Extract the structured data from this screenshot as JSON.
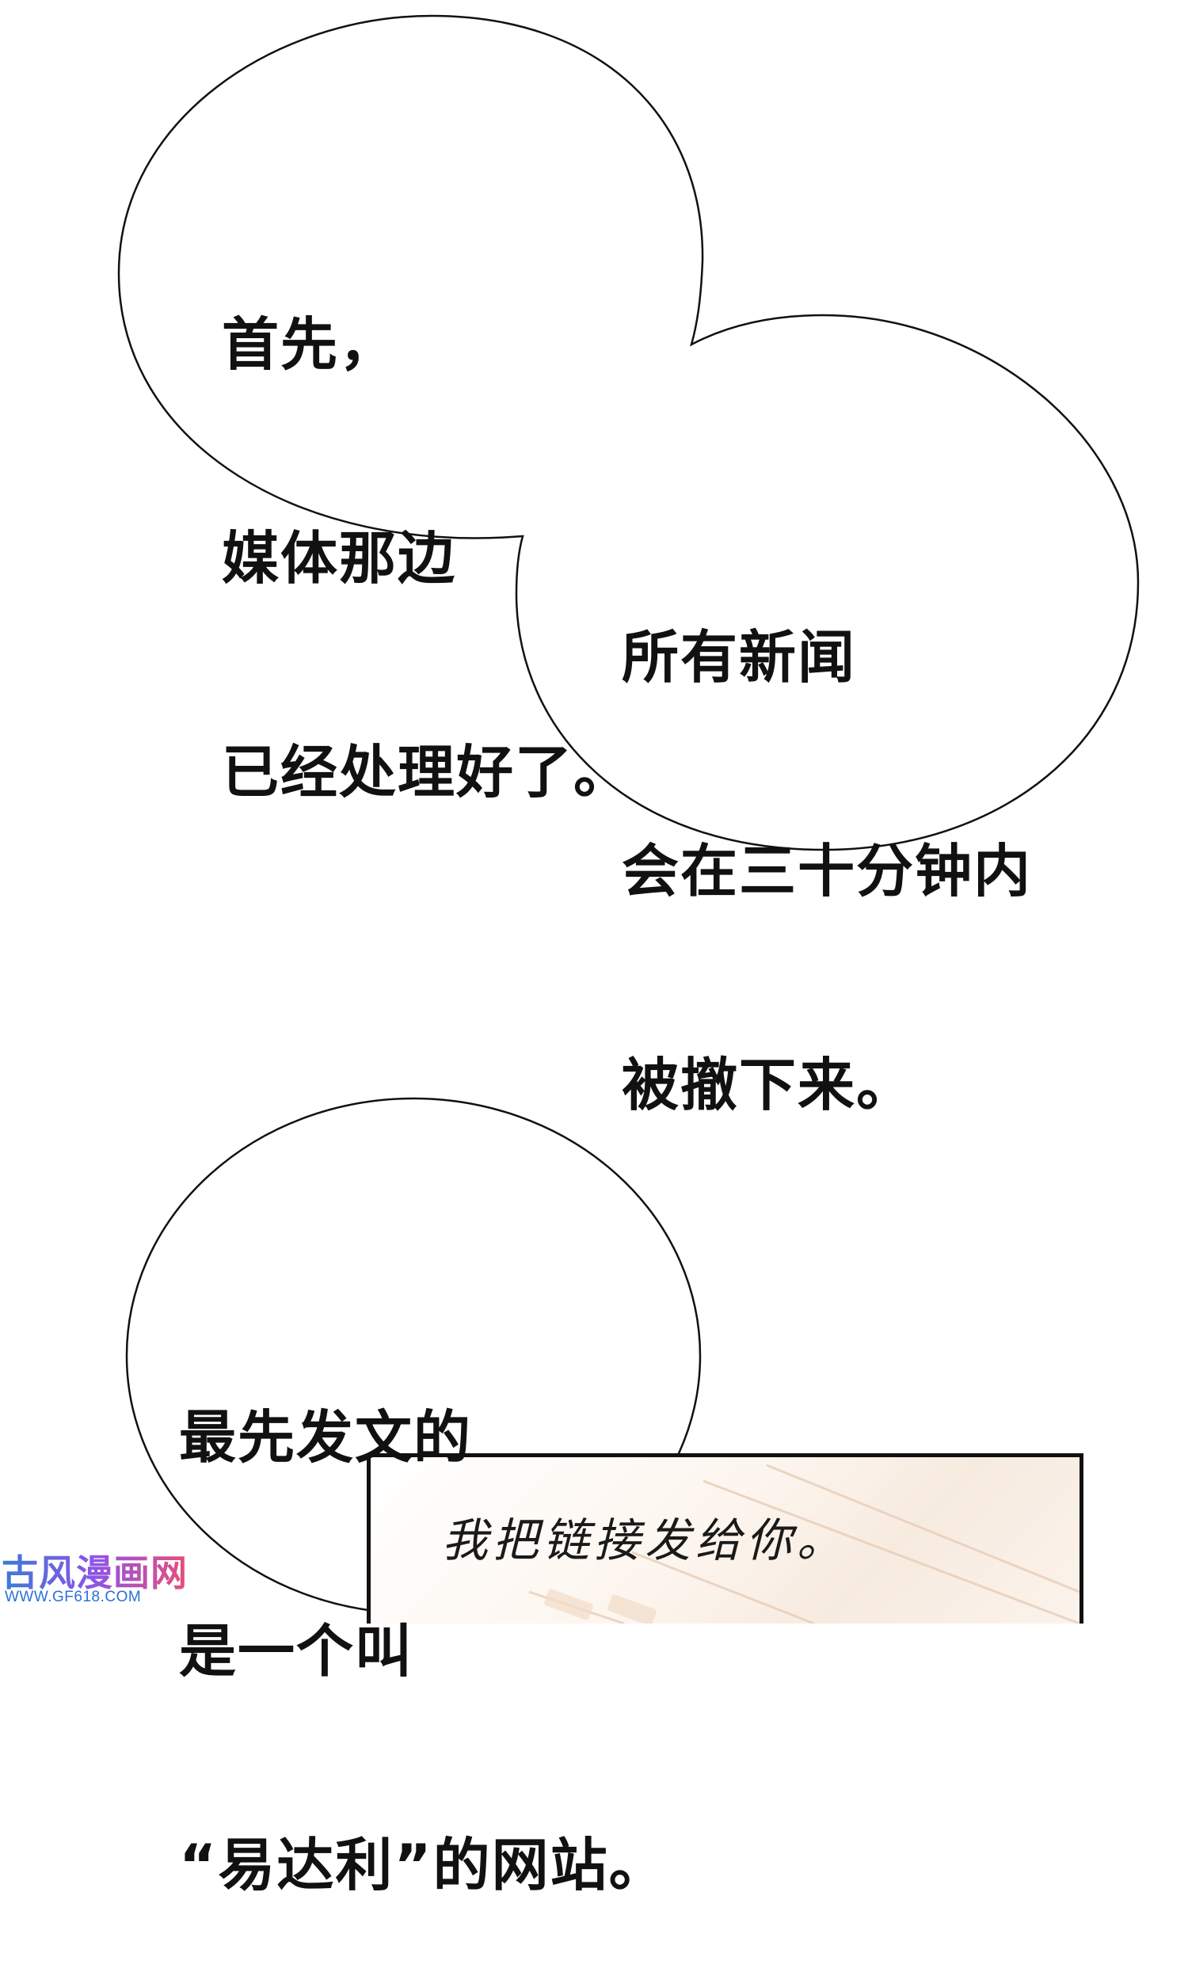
{
  "bubbles": {
    "first": {
      "lines": [
        "首先，",
        "媒体那边",
        "已经处理好了。"
      ]
    },
    "second": {
      "lines": [
        "所有新闻",
        "会在三十分钟内",
        "被撤下来。"
      ]
    },
    "third": {
      "lines": [
        "最先发文的",
        "是一个叫",
        "“易达利”的网站。"
      ]
    }
  },
  "panel": {
    "caption": "我把链接发给你。"
  },
  "watermark": {
    "logo": "古风漫画网",
    "url": "WWW.GF618.COM"
  }
}
